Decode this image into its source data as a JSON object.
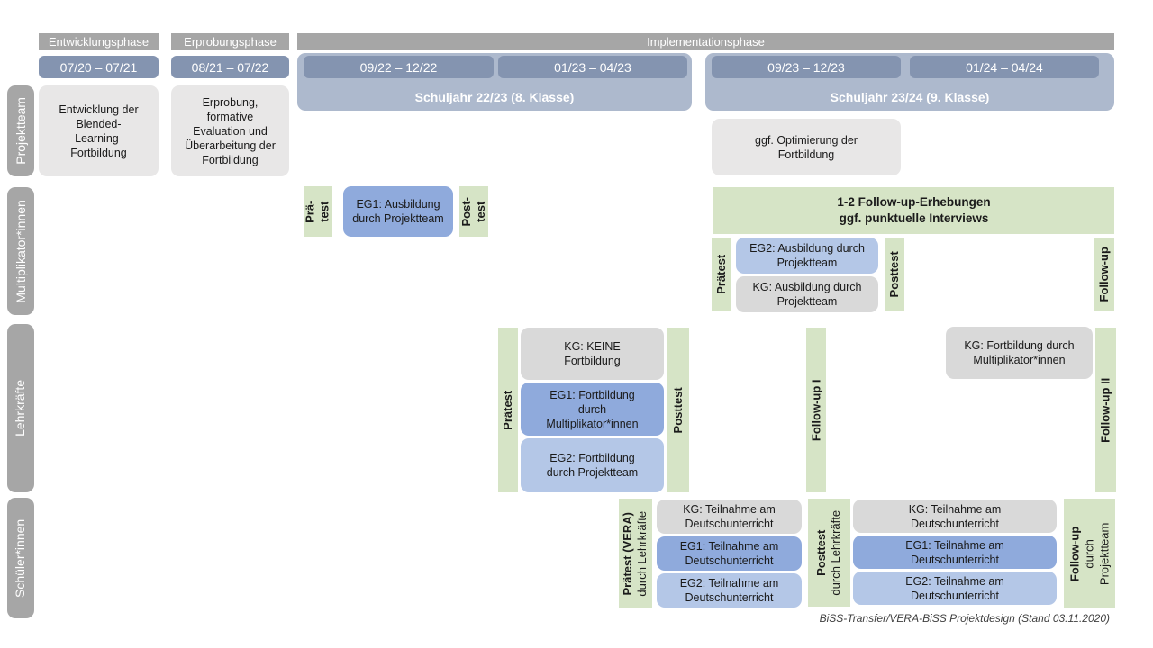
{
  "phases": {
    "entwicklung": "Entwicklungsphase",
    "erprobung": "Erprobungsphase",
    "implementation": "Implementationsphase"
  },
  "timeline": {
    "d1": "07/20 – 07/21",
    "d2": "08/21 – 07/22",
    "d3": "09/22 – 12/22",
    "d4": "01/23 – 04/23",
    "d5": "09/23 – 12/23",
    "d6": "01/24 – 04/24",
    "sy1": "Schuljahr 22/23 (8. Klasse)",
    "sy2": "Schuljahr 23/24 (9. Klasse)"
  },
  "row_labels": {
    "projektteam": "Projektteam",
    "multiplikatoren": "Multiplikator*innen",
    "lehrkraefte": "Lehrkräfte",
    "schueler": "Schüler*innen"
  },
  "projektteam": {
    "entwicklung": "Entwicklung der Blended-Learning-Fortbildung",
    "erprobung": "Erprobung, formative Evaluation und Überarbeitung der Fortbildung",
    "optimierung": "ggf. Optimierung der Fortbildung"
  },
  "multiplikatoren": {
    "praetest_line1": "Prä-",
    "praetest_line2": "test",
    "eg1": "EG1: Ausbildung durch Projektteam",
    "posttest_line1": "Post-",
    "posttest_line2": "test",
    "followup_box_line1": "1-2 Follow-up-Erhebungen",
    "followup_box_line2": "ggf. punktuelle Interviews",
    "praetest2": "Prätest",
    "eg2": "EG2: Ausbildung durch Projektteam",
    "kg": "KG: Ausbildung durch Projektteam",
    "posttest2": "Posttest",
    "followup": "Follow-up"
  },
  "lehrkraefte": {
    "praetest": "Prätest",
    "kg": "KG: KEINE Fortbildung",
    "eg1": "EG1: Fortbildung durch Multiplikator*innen",
    "eg2": "EG2: Fortbildung durch Projektteam",
    "posttest": "Posttest",
    "followup1": "Follow-up I",
    "kg2": "KG: Fortbildung durch Multiplikator*innen",
    "followup2": "Follow-up II"
  },
  "schueler": {
    "praetest_line1": "Prätest (VERA)",
    "praetest_line2": "durch Lehrkräfte",
    "kg1": "KG: Teilnahme am Deutschunterricht",
    "eg1a": "EG1: Teilnahme am Deutschunterricht",
    "eg2a": "EG2: Teilnahme am Deutschunterricht",
    "posttest_line1": "Posttest",
    "posttest_line2": "durch Lehrkräfte",
    "kg2": "KG: Teilnahme am Deutschunterricht",
    "eg1b": "EG1: Teilnahme am Deutschunterricht",
    "eg2b": "EG2: Teilnahme am Deutschunterricht",
    "followup_line1": "Follow-up",
    "followup_line2": "durch",
    "followup_line3": "Projektteam"
  },
  "footer": "BiSS-Transfer/VERA-BiSS Projektdesign (Stand 03.11.2020)",
  "colors": {
    "phase_bar_gray": "#a6a6a6",
    "row_label_gray": "#a6a6a6",
    "date_pill_blue": "#8494b0",
    "year_container_blue": "#adb9cd",
    "test_green": "#d6e4c6",
    "eg1_blue": "#8faadc",
    "eg2_blue": "#b4c7e7",
    "kg_gray": "#d9d9d9",
    "info_gray": "#e8e7e7"
  }
}
